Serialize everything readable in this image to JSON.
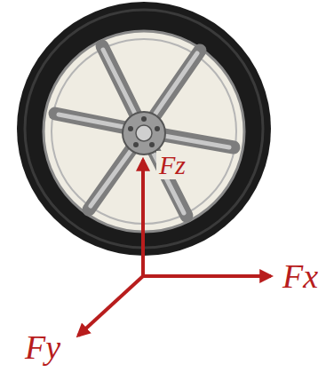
{
  "diagram": {
    "labels": [
      "Fz",
      "Fx",
      "Fy"
    ]
  }
}
